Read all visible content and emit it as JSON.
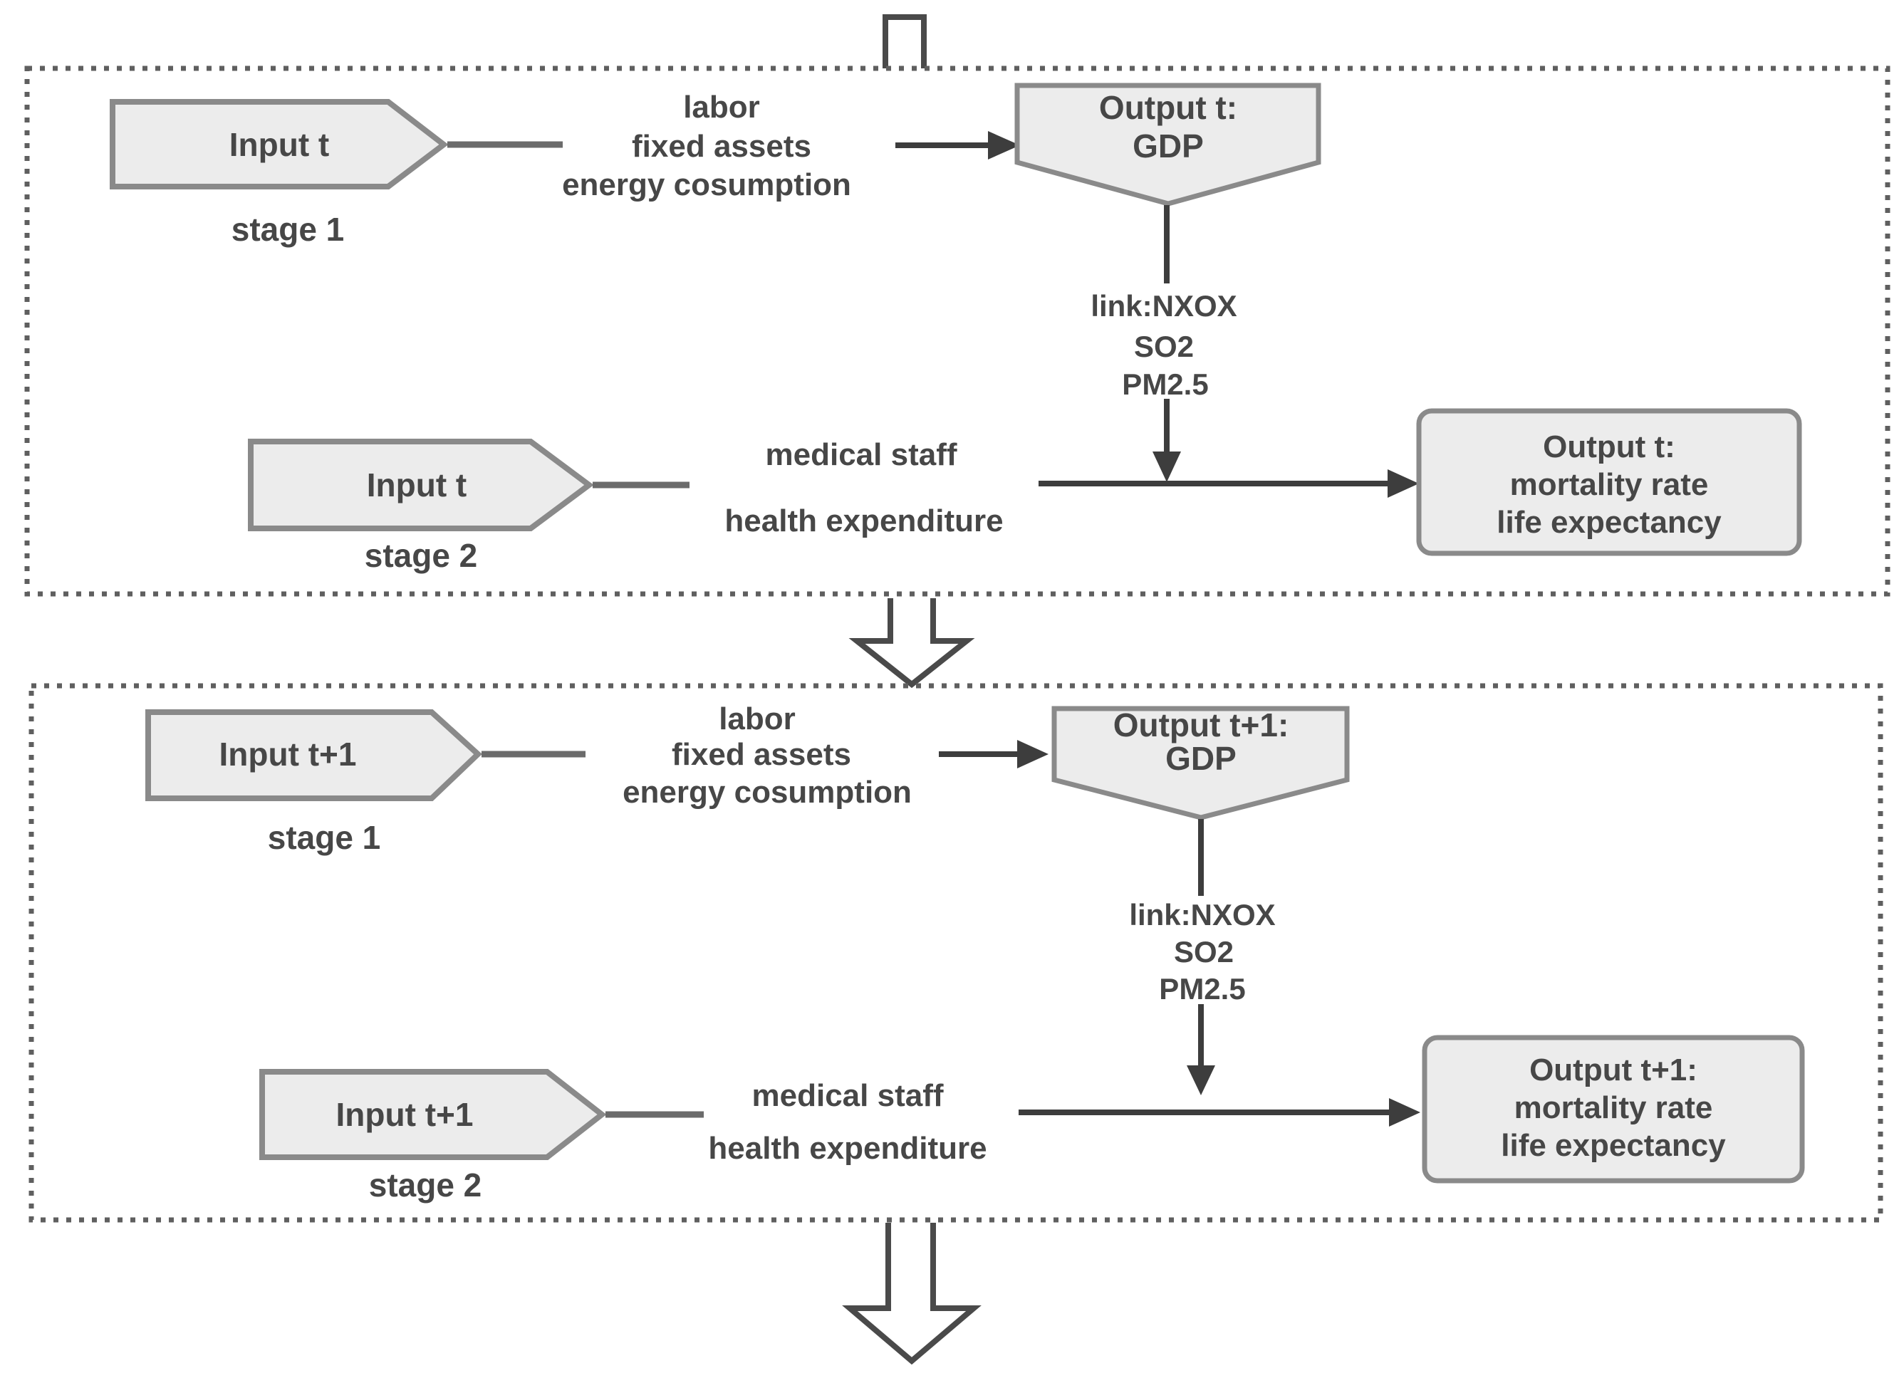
{
  "figure": {
    "colors": {
      "shape_fill": "#ececec",
      "shape_stroke": "#8a8a8a",
      "arrow": "#3d3d3d",
      "connector": "#6b6b6b",
      "dashed_border": "#5f5f5f",
      "text": "#474747"
    },
    "periods": [
      {
        "stage1_input": "Input t",
        "stage1_label": "stage 1",
        "stage1_resources": [
          "labor",
          "fixed assets",
          "energy cosumption"
        ],
        "stage1_output_title": "Output t:",
        "stage1_output_value": "GDP",
        "link_labels": [
          "link:NXOX",
          "SO2",
          "PM2.5"
        ],
        "stage2_input": "Input t",
        "stage2_label": "stage 2",
        "stage2_resources": [
          "medical staff",
          "health expenditure"
        ],
        "stage2_output_lines": [
          "Output t:",
          "mortality rate",
          "life expectancy"
        ]
      },
      {
        "stage1_input": "Input t+1",
        "stage1_label": "stage 1",
        "stage1_resources": [
          "labor",
          "fixed assets",
          "energy cosumption"
        ],
        "stage1_output_title": "Output t+1:",
        "stage1_output_value": "GDP",
        "link_labels": [
          "link:NXOX",
          "SO2",
          "PM2.5"
        ],
        "stage2_input": "Input t+1",
        "stage2_label": "stage 2",
        "stage2_resources": [
          "medical staff",
          "health expenditure"
        ],
        "stage2_output_lines": [
          "Output t+1:",
          "mortality rate",
          "life expectancy"
        ]
      }
    ]
  }
}
